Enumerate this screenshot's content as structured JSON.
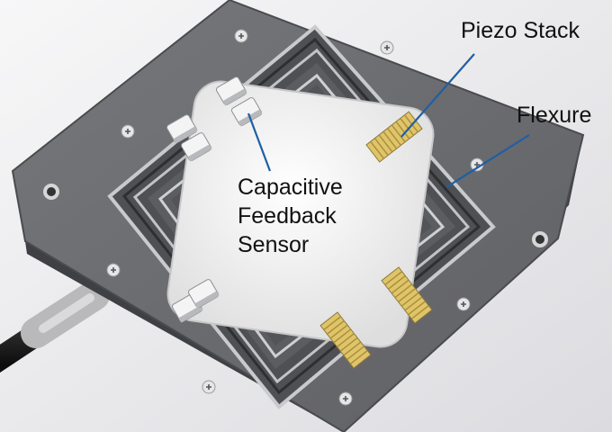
{
  "labels": {
    "piezo": "Piezo Stack",
    "flexure": "Flexure",
    "capacitive": [
      "Capacitive",
      "Feedback",
      "Sensor"
    ]
  },
  "colors": {
    "background": "#eeeef0",
    "plate": "#6a6b6f",
    "plate_edge": "#444548",
    "stage": "#56575b",
    "flexure_slot": "#cfd0d3",
    "aperture": "#f6f6f6",
    "piezo": "#e0c46a",
    "sensor": "#f2f2f2",
    "leader_line": "#1f5fa3"
  }
}
